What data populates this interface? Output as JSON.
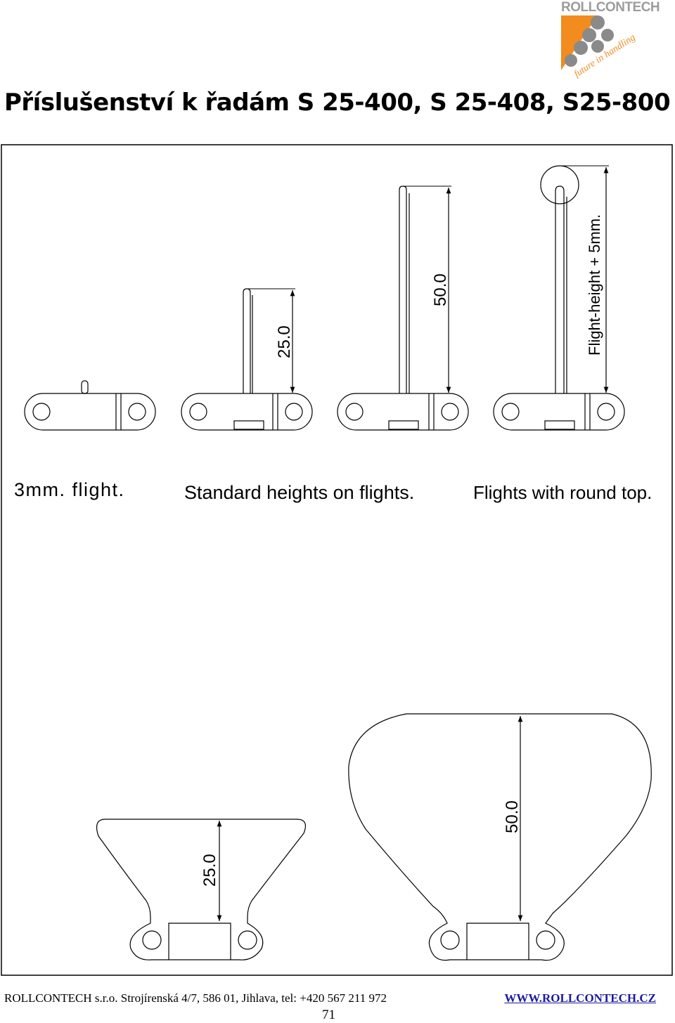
{
  "header": {
    "logo_text": "ROLLCONTECH",
    "logo_tagline": "future in handling",
    "title": "Příslušenství k řadám S 25-400, S 25-408, S25-800"
  },
  "figure": {
    "captions": {
      "flight_3mm": "3mm. flight.",
      "standard": "Standard heights on flights.",
      "round_top": "Flights with round top."
    },
    "dimensions": {
      "standard_25": "25.0",
      "standard_50": "50.0",
      "round_top": "Flight-height + 5mm.",
      "wide_25": "25.0",
      "wide_50": "50.0"
    }
  },
  "footer": {
    "address": "ROLLCONTECH s.r.o. Strojírenská 4/7, 586 01, Jihlava, tel: +420 567 211 972",
    "url": "WWW.ROLLCONTECH.CZ",
    "page_number": "71"
  },
  "colors": {
    "logo_orange": "#f28c1e",
    "logo_gray": "#8a8a8a",
    "url_blue": "#1a1aa0"
  }
}
